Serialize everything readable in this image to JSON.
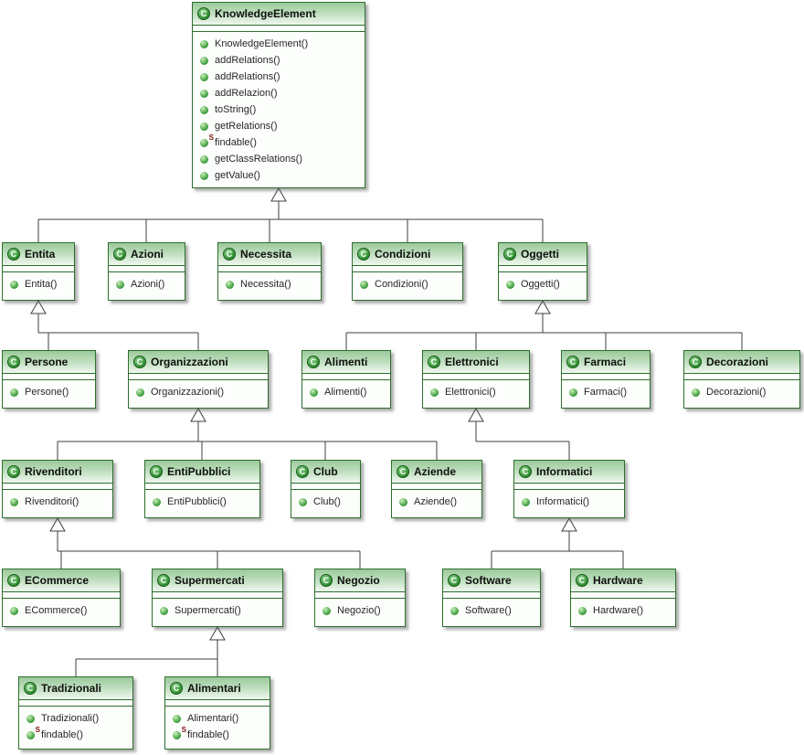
{
  "icons": {
    "class_letter": "C",
    "static_letter": "S"
  },
  "colors": {
    "box_border": "#2d6e2d",
    "header_green": "#9bca9b",
    "icon_green": "#2f8f2f",
    "edge": "#3f3f3f",
    "static_marker": "#7f1010"
  },
  "classes": [
    {
      "id": "knowledgeelement",
      "name": "KnowledgeElement",
      "methods": [
        {
          "label": "KnowledgeElement()",
          "icon": "method-icon"
        },
        {
          "label": "addRelations()",
          "icon": "method-icon"
        },
        {
          "label": "addRelations()",
          "icon": "method-icon"
        },
        {
          "label": "addRelazion()",
          "icon": "method-icon"
        },
        {
          "label": "toString()",
          "icon": "method-icon"
        },
        {
          "label": "getRelations()",
          "icon": "method-icon"
        },
        {
          "label": "findable()",
          "icon": "static-method-icon"
        },
        {
          "label": "getClassRelations()",
          "icon": "method-icon"
        },
        {
          "label": "getValue()",
          "icon": "method-icon"
        }
      ]
    },
    {
      "id": "entita",
      "name": "Entita",
      "methods": [
        {
          "label": "Entita()",
          "icon": "method-icon"
        }
      ]
    },
    {
      "id": "azioni",
      "name": "Azioni",
      "methods": [
        {
          "label": "Azioni()",
          "icon": "method-icon"
        }
      ]
    },
    {
      "id": "necessita",
      "name": "Necessita",
      "methods": [
        {
          "label": "Necessita()",
          "icon": "method-icon"
        }
      ]
    },
    {
      "id": "condizioni",
      "name": "Condizioni",
      "methods": [
        {
          "label": "Condizioni()",
          "icon": "method-icon"
        }
      ]
    },
    {
      "id": "oggetti",
      "name": "Oggetti",
      "methods": [
        {
          "label": "Oggetti()",
          "icon": "method-icon"
        }
      ]
    },
    {
      "id": "persone",
      "name": "Persone",
      "methods": [
        {
          "label": "Persone()",
          "icon": "method-icon"
        }
      ]
    },
    {
      "id": "organizzazioni",
      "name": "Organizzazioni",
      "methods": [
        {
          "label": "Organizzazioni()",
          "icon": "method-icon"
        }
      ]
    },
    {
      "id": "alimenti",
      "name": "Alimenti",
      "methods": [
        {
          "label": "Alimenti()",
          "icon": "method-icon"
        }
      ]
    },
    {
      "id": "elettronici",
      "name": "Elettronici",
      "methods": [
        {
          "label": "Elettronici()",
          "icon": "method-icon"
        }
      ]
    },
    {
      "id": "farmaci",
      "name": "Farmaci",
      "methods": [
        {
          "label": "Farmaci()",
          "icon": "method-icon"
        }
      ]
    },
    {
      "id": "decorazioni",
      "name": "Decorazioni",
      "methods": [
        {
          "label": "Decorazioni()",
          "icon": "method-icon"
        }
      ]
    },
    {
      "id": "rivenditori",
      "name": "Rivenditori",
      "methods": [
        {
          "label": "Rivenditori()",
          "icon": "method-icon"
        }
      ]
    },
    {
      "id": "entipubblici",
      "name": "EntiPubblici",
      "methods": [
        {
          "label": "EntiPubblici()",
          "icon": "method-icon"
        }
      ]
    },
    {
      "id": "club",
      "name": "Club",
      "methods": [
        {
          "label": "Club()",
          "icon": "method-icon"
        }
      ]
    },
    {
      "id": "aziende",
      "name": "Aziende",
      "methods": [
        {
          "label": "Aziende()",
          "icon": "method-icon"
        }
      ]
    },
    {
      "id": "informatici",
      "name": "Informatici",
      "methods": [
        {
          "label": "Informatici()",
          "icon": "method-icon"
        }
      ]
    },
    {
      "id": "ecommerce",
      "name": "ECommerce",
      "methods": [
        {
          "label": "ECommerce()",
          "icon": "method-icon"
        }
      ]
    },
    {
      "id": "supermercati",
      "name": "Supermercati",
      "methods": [
        {
          "label": "Supermercati()",
          "icon": "method-icon"
        }
      ]
    },
    {
      "id": "negozio",
      "name": "Negozio",
      "methods": [
        {
          "label": "Negozio()",
          "icon": "method-icon"
        }
      ]
    },
    {
      "id": "software",
      "name": "Software",
      "methods": [
        {
          "label": "Software()",
          "icon": "method-icon"
        }
      ]
    },
    {
      "id": "hardware",
      "name": "Hardware",
      "methods": [
        {
          "label": "Hardware()",
          "icon": "method-icon"
        }
      ]
    },
    {
      "id": "tradizionali",
      "name": "Tradizionali",
      "methods": [
        {
          "label": "Tradizionali()",
          "icon": "method-icon"
        },
        {
          "label": "findable()",
          "icon": "static-method-icon"
        }
      ]
    },
    {
      "id": "alimentari",
      "name": "Alimentari",
      "methods": [
        {
          "label": "Alimentari()",
          "icon": "method-icon"
        },
        {
          "label": "findable()",
          "icon": "static-method-icon"
        }
      ]
    }
  ],
  "relations": [
    {
      "child": "Entita",
      "parent": "KnowledgeElement"
    },
    {
      "child": "Azioni",
      "parent": "KnowledgeElement"
    },
    {
      "child": "Necessita",
      "parent": "KnowledgeElement"
    },
    {
      "child": "Condizioni",
      "parent": "KnowledgeElement"
    },
    {
      "child": "Oggetti",
      "parent": "KnowledgeElement"
    },
    {
      "child": "Persone",
      "parent": "Entita"
    },
    {
      "child": "Organizzazioni",
      "parent": "Entita"
    },
    {
      "child": "Alimenti",
      "parent": "Oggetti"
    },
    {
      "child": "Elettronici",
      "parent": "Oggetti"
    },
    {
      "child": "Farmaci",
      "parent": "Oggetti"
    },
    {
      "child": "Decorazioni",
      "parent": "Oggetti"
    },
    {
      "child": "Rivenditori",
      "parent": "Organizzazioni"
    },
    {
      "child": "EntiPubblici",
      "parent": "Organizzazioni"
    },
    {
      "child": "Club",
      "parent": "Organizzazioni"
    },
    {
      "child": "Aziende",
      "parent": "Organizzazioni"
    },
    {
      "child": "Informatici",
      "parent": "Elettronici"
    },
    {
      "child": "ECommerce",
      "parent": "Rivenditori"
    },
    {
      "child": "Supermercati",
      "parent": "Rivenditori"
    },
    {
      "child": "Negozio",
      "parent": "Rivenditori"
    },
    {
      "child": "Software",
      "parent": "Informatici"
    },
    {
      "child": "Hardware",
      "parent": "Informatici"
    },
    {
      "child": "Tradizionali",
      "parent": "Supermercati"
    },
    {
      "child": "Alimentari",
      "parent": "Supermercati"
    }
  ]
}
